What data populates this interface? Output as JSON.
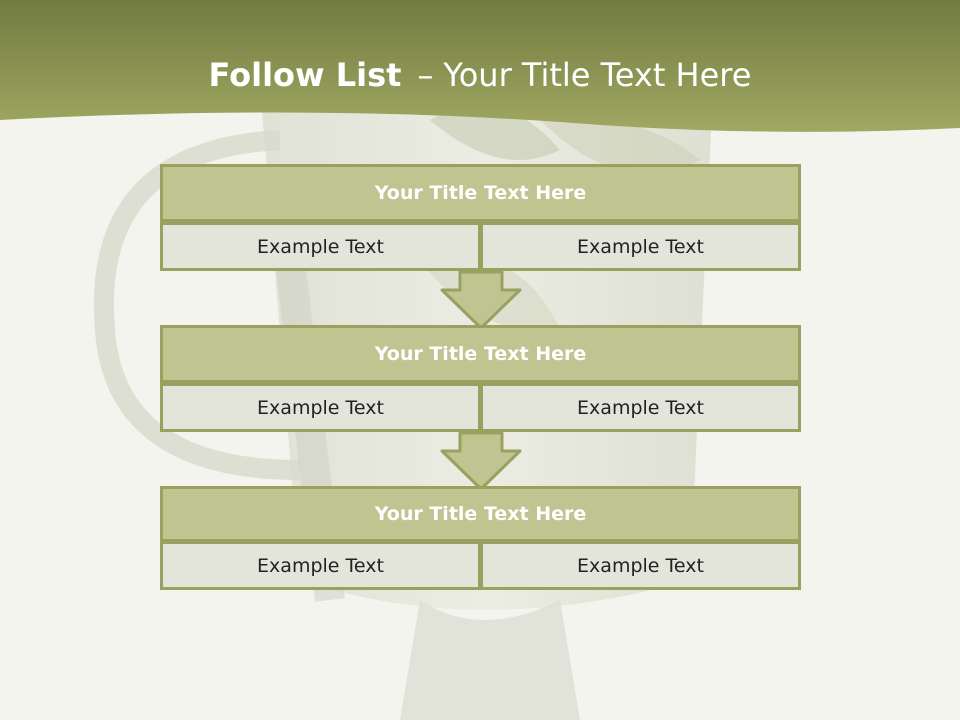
{
  "slide": {
    "title_bold": "Follow List",
    "title_dash": "–",
    "title_rest": "Your Title Text Here"
  },
  "colors": {
    "banner": "#8f9a4e",
    "box_title_fill": "#c0c490",
    "box_border": "#9aa060",
    "cell_fill": "#e4e5da"
  },
  "steps": [
    {
      "title": "Your Title Text Here",
      "cells": [
        "Example Text",
        "Example Text"
      ]
    },
    {
      "title": "Your Title Text Here",
      "cells": [
        "Example Text",
        "Example Text"
      ]
    },
    {
      "title": "Your Title Text Here",
      "cells": [
        "Example Text",
        "Example Text"
      ]
    }
  ],
  "icons": {
    "connector": "down-arrow-icon"
  }
}
